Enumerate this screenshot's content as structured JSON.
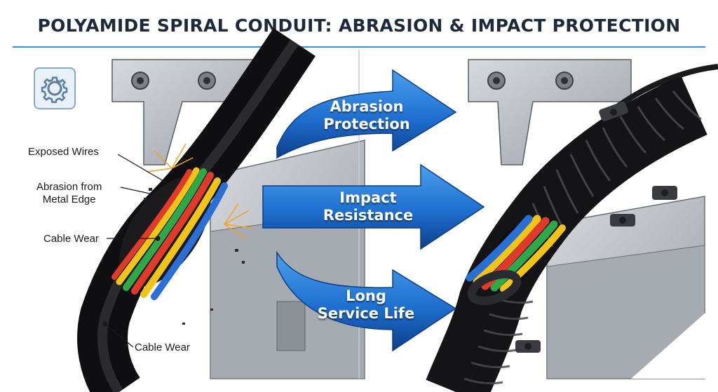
{
  "title": "POLYAMIDE SPIRAL CONDUIT: ABRASION & IMPACT PROTECTION",
  "labels": {
    "exposed_wires": "Exposed Wires",
    "abrasion_line1": "Abrasion from",
    "abrasion_line2": "Metal Edge",
    "cable_wear_upper": "Cable Wear",
    "cable_wear_lower": "Cable Wear"
  },
  "arrows": [
    {
      "line1": "Abrasion",
      "line2": "Protection"
    },
    {
      "line1": "Impact",
      "line2": "Resistance"
    },
    {
      "line1": "Long",
      "line2": "Service Life"
    }
  ],
  "icons": [
    "gear-icon"
  ],
  "colors": {
    "arrow_blue": "#1f6fd0",
    "cable_black": "#1c1c1e",
    "wire_red": "#e23a2a",
    "wire_yellow": "#f2c418",
    "wire_blue": "#2a6fd8",
    "wire_green": "#2fa84a",
    "title_rule": "#3f8fd6"
  }
}
